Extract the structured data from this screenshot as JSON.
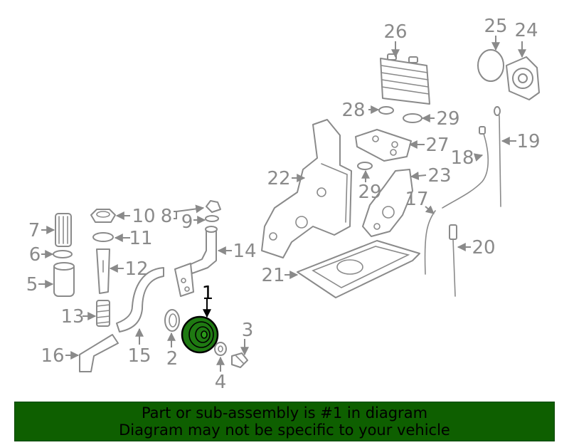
{
  "colors": {
    "banner_background": "#0e5f00",
    "part_line": "#8a8a8a",
    "highlight": "#000000",
    "highlight_part_fill": "#1f7a12"
  },
  "highlighted_part": "1",
  "callouts": [
    "1",
    "2",
    "3",
    "4",
    "5",
    "6",
    "7",
    "8",
    "9",
    "10",
    "11",
    "12",
    "13",
    "14",
    "15",
    "16",
    "17",
    "18",
    "19",
    "20",
    "21",
    "22",
    "23",
    "24",
    "25",
    "26",
    "27",
    "28",
    "29",
    "29"
  ],
  "banner": {
    "line1": "Part or sub-assembly is #1 in diagram",
    "line2": "Diagram may not be specific to your vehicle"
  }
}
